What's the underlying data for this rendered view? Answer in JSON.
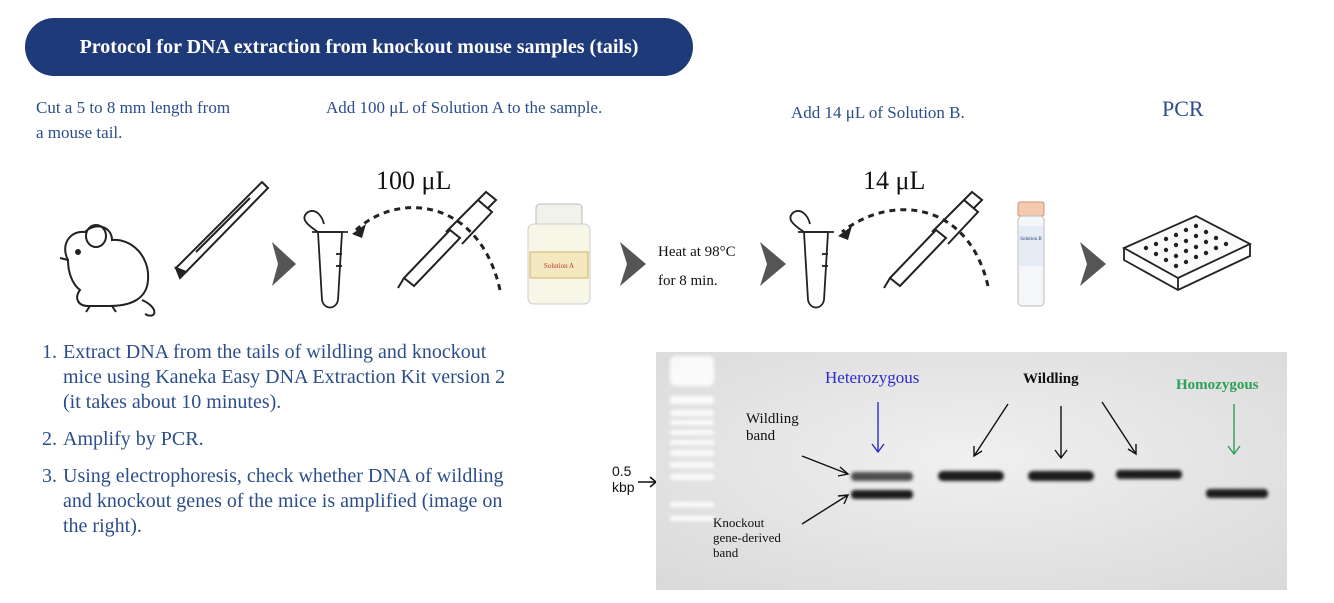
{
  "title": "Protocol for DNA extraction from knockout mouse samples (tails)",
  "steps": {
    "cut": "Cut a 5 to 8 mm length from a mouse tail.",
    "solution_a": "Add 100 μL of Solution A to the sample.",
    "solution_b": "Add 14 μL of Solution B.",
    "pcr": "PCR"
  },
  "volumes": {
    "a": "100 μL",
    "b": "14 μL"
  },
  "heat": {
    "line1": "Heat at 98°C",
    "line2": "for 8 min."
  },
  "bottle_a": {
    "label": "Solution A"
  },
  "tube_b": {
    "label": "Solution B"
  },
  "instructions": [
    {
      "number": "1.",
      "text_lines": [
        "Extract DNA from the tails of wildling and knockout",
        "mice using Kaneka Easy DNA Extraction Kit version 2",
        "(it takes about 10 minutes)."
      ]
    },
    {
      "number": "2.",
      "text_lines": [
        "Amplify by PCR."
      ]
    },
    {
      "number": "3.",
      "text_lines": [
        "Using electrophoresis, check whether DNA of wildling",
        "and knockout genes of the mice is amplified (image on",
        "the right)."
      ]
    }
  ],
  "gel": {
    "heterozygous": "Heterozygous",
    "wildling": "Wildling",
    "homozygous": "Homozygous",
    "wildling_band": [
      "Wildling",
      "band"
    ],
    "knockout_band": [
      "Knockout",
      "gene-derived",
      "band"
    ],
    "marker": [
      "0.5",
      "kbp"
    ]
  },
  "colors": {
    "title_bg": "#1f3a78",
    "step_text": "#2b4e8a",
    "heterozygous": "#2b2bcc",
    "homozygous": "#2ea05a",
    "gel_bg": "#e8e8e8",
    "band": "#1a1a1a"
  }
}
